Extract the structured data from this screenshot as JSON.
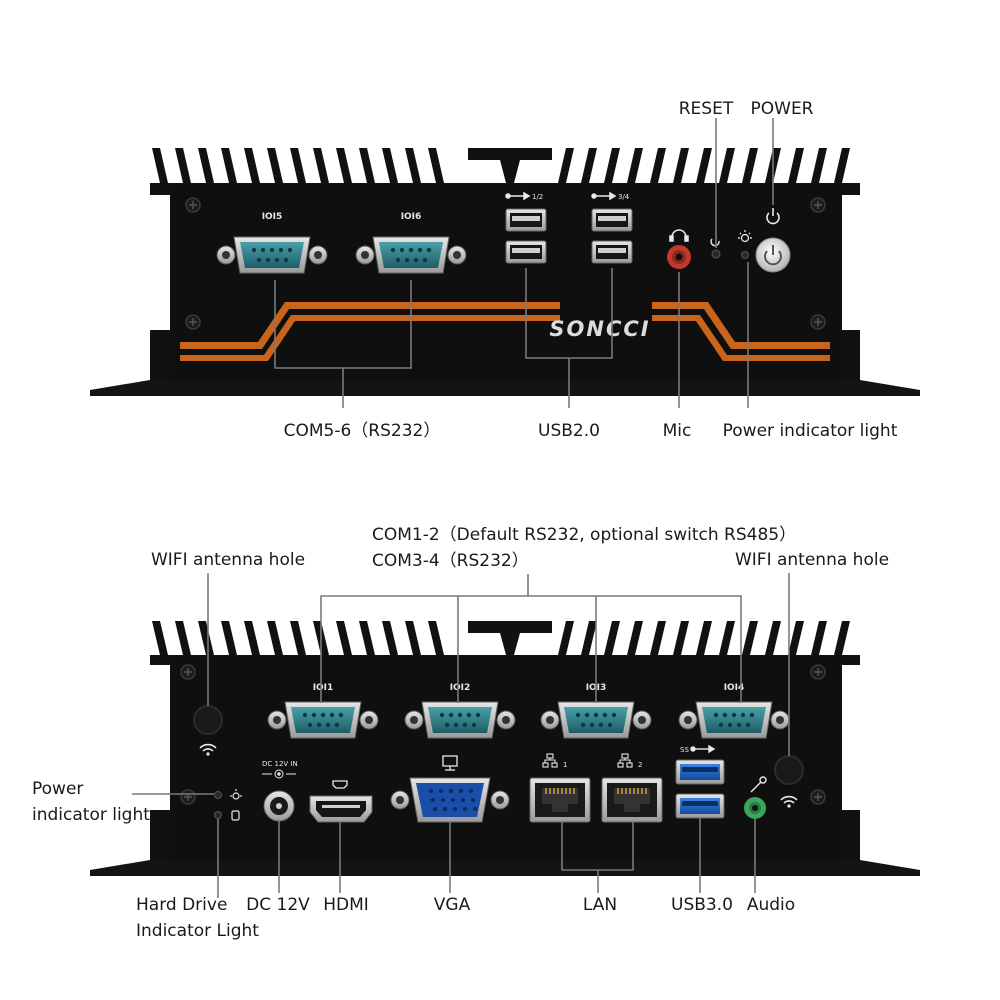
{
  "top_panel": {
    "brand": "SONCCI",
    "port_labels": {
      "com5": "IOI5",
      "com6": "IOI6",
      "usb12": "1/2",
      "usb34": "3/4"
    },
    "callouts": {
      "reset": "RESET",
      "power": "POWER",
      "com56": "COM5-6（RS232）",
      "usb20": "USB2.0",
      "mic": "Mic",
      "power_light": "Power indicator light"
    }
  },
  "bottom_panel": {
    "port_labels": {
      "com1": "IOI1",
      "com2": "IOI2",
      "com3": "IOI3",
      "com4": "IOI4",
      "dc_in": "DC 12V IN",
      "lan1": "1",
      "lan2": "2",
      "usb3": "SS"
    },
    "callouts": {
      "com12": "COM1-2（Default RS232, optional switch RS485）",
      "com34": "COM3-4（RS232）",
      "wifi_left": "WIFI antenna hole",
      "wifi_right": "WIFI antenna hole",
      "power_light_1": "Power",
      "power_light_2": "indicator light",
      "hdd_light_1": "Hard Drive",
      "hdd_light_2": "Indicator Light",
      "dc12v": "DC 12V",
      "hdmi": "HDMI",
      "vga": "VGA",
      "lan": "LAN",
      "usb30": "USB3.0",
      "audio": "Audio"
    }
  },
  "colors": {
    "chassis": "#0f0f10",
    "accent_stripe": "#c8651b",
    "db9_teal": "#2d7a86",
    "vga_blue": "#1a4ea8",
    "usb3_blue": "#1d63c4",
    "mic_red": "#c0392b",
    "audio_green": "#3aa55c"
  }
}
